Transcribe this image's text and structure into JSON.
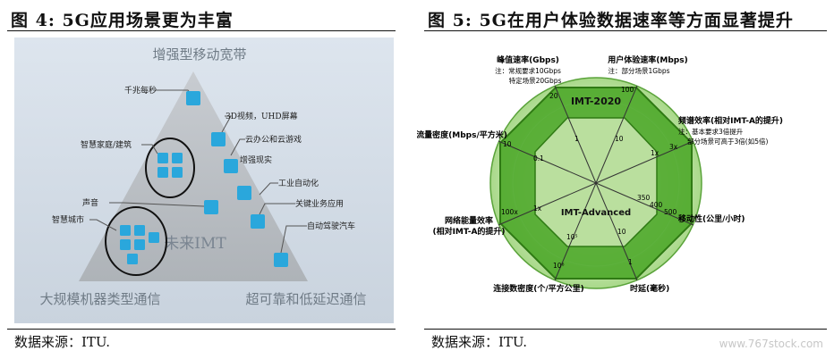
{
  "left": {
    "title": "图 4:  5G应用场景更为丰富",
    "source": "数据来源：ITU.",
    "corners": {
      "top": "增强型移动宽带",
      "bottom_left": "大规模机器类型通信",
      "bottom_right": "超可靠和低延迟通信"
    },
    "center": "未来IMT",
    "items": [
      "千兆每秒",
      "3D视频，UHD屏幕",
      "智慧家庭/建筑",
      "云办公和云游戏",
      "增强现实",
      "工业自动化",
      "声音",
      "关键业务应用",
      "智慧城市",
      "自动驾驶汽车"
    ]
  },
  "right": {
    "title": "图 5: 5G在用户体验数据速率等方面显著提升",
    "source": "数据来源：ITU.",
    "watermark": "www.767stock.com",
    "center_labels": {
      "outer": "IMT-2020",
      "inner": "IMT-Advanced"
    },
    "axes": [
      {
        "name": "峰值速率(Gbps)",
        "notes": [
          "注：常规要求10Gbps",
          "特定场景20Gbps"
        ],
        "ticks": [
          "1",
          "20"
        ]
      },
      {
        "name": "用户体验速率(Mbps)",
        "notes": [
          "注：部分场景1Gbps"
        ],
        "ticks": [
          "10",
          "100"
        ]
      },
      {
        "name": "频谱效率(相对IMT-A的提升)",
        "notes": [
          "注：基本要求3倍提升",
          "部分场景可高于3倍(如5倍)"
        ],
        "ticks": [
          "1x",
          "3x"
        ]
      },
      {
        "name": "移动性(公里/小时)",
        "notes": [],
        "ticks": [
          "350",
          "400",
          "500"
        ]
      },
      {
        "name": "时延(毫秒)",
        "notes": [],
        "ticks": [
          "10",
          "1"
        ]
      },
      {
        "name": "连接数密度(个/平方公里)",
        "notes": [],
        "ticks": [
          "10⁵",
          "10⁶"
        ]
      },
      {
        "name": "网络能量效率(相对IMT-A的提升)",
        "notes": [],
        "ticks": [
          "1x",
          "100x"
        ]
      },
      {
        "name": "流量密度(Mbps/平方米)",
        "notes": [],
        "ticks": [
          "0.1",
          "10"
        ]
      }
    ]
  }
}
